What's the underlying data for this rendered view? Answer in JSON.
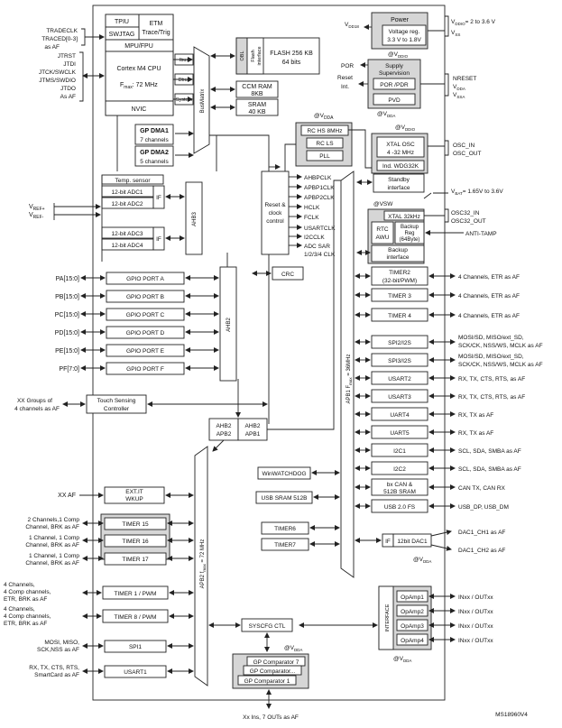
{
  "lbl": {
    "tpiu": "TPIU",
    "etm1": "ETM",
    "etm2": "Trace/Trig",
    "swjtag": "SWJTAG",
    "mpu": "MPU/FPU",
    "cpu": "Cortex M4 CPU",
    "fmax": "F",
    "fmax_sub": "max",
    "fmax_val": ": 72 MHz",
    "nvic": "NVIC",
    "ibus": "Ibus",
    "dbus": "Dbus",
    "system": "System",
    "busmatrix": "BusMatrix",
    "obl": "OBL",
    "flashif1": "Flash",
    "flashif2": "interface",
    "flash1": "FLASH 256 KB",
    "flash2": "64 bits",
    "ccm1": "CCM RAM",
    "ccm2": "8KB",
    "sram1": "SRAM",
    "sram2": "40 KB",
    "gpdma1a": "GP DMA1",
    "gpdma1b": "7 channels",
    "gpdma2a": "GP DMA2",
    "gpdma2b": "5 channels",
    "tempsensor": "Temp. sensor",
    "adc1": "12-bit ADC1",
    "adc2": "12-bit ADC2",
    "adc3": "12-bit ADC3",
    "adc4": "12-bit ADC4",
    "if": "IF",
    "vref": "V",
    "vref_p": "REF+",
    "vref_m": "REF-",
    "ahb3": "AHB3",
    "ahb2": "AHB2",
    "reset1": "Reset &",
    "reset2": "clock",
    "reset3": "control",
    "ahbpclk": "AHBPCLK",
    "apbp1clk": "APBP1CLK",
    "apbp2clk": "APBP2CLK",
    "hclk": "HCLK",
    "fclk": "FCLK",
    "usartclk": "USARTCLK",
    "i2cclk": "I2CCLK",
    "adcsar": "ADC SAR",
    "adcclk": "1/2/3/4 CLK",
    "rchs": "RC HS 8MHz",
    "rcls": "RC LS",
    "pll": "PLL",
    "vdda": "@V",
    "vdda_sub": "DDA",
    "vddio_sub": "DDIO",
    "power": "Power",
    "vreg1": "Voltage reg.",
    "vreg2": "3.3 V to 1.8V",
    "vdd18": "V",
    "vdd18_sub": "DD18",
    "vddio_range": "= 2 to 3.6 V",
    "vss": "SS",
    "supsup1": "Supply",
    "supsup2": "Supervision",
    "porpdr": "POR /PDR",
    "pvd": "PVD",
    "por": "POR",
    "reset": "Reset",
    "int": "Int.",
    "nreset": "NRESET",
    "vdda_l": "DDA",
    "vssa": "SSA",
    "xtalosc1": "XTAL OSC",
    "xtalosc2": "4 -32 MHz",
    "indwdg": "Ind. WDG32K",
    "osc_in": "OSC_IN",
    "osc_out": "OSC_OUT",
    "standby1": "Standby",
    "standby2": "interface",
    "vsw": "@VSW",
    "vbat": "= 1.65V to 3.6V",
    "vbat_sub": "BAT",
    "xtal32": "XTAL 32kHz",
    "rtc1": "RTC",
    "rtc2": "AWU",
    "backup1": "Backup",
    "backup2": "Reg",
    "backup3": "(64Byte)",
    "backupif1": "Backup",
    "backupif2": "interface",
    "osc32_in": "OSC32_IN",
    "osc32_out": "OSC32_OUT",
    "antitamp": "ANTI-TAMP",
    "crc": "CRC",
    "apb1": "APB1 F",
    "apb1_sub": "max",
    "apb1_val": " = 36MHz",
    "timer2a": "TIMER2",
    "timer2b": "(32-bit/PWM)",
    "timer3": "TIMER 3",
    "timer4": "TIMER 4",
    "spi2": "SPI2/I2S",
    "spi3": "SPI3/I2S",
    "usart2": "USART2",
    "usart3": "USART3",
    "uart4": "UART4",
    "uart5": "UART5",
    "i2c1": "I2C1",
    "i2c2": "I2C2",
    "bxcan1": "bx CAN &",
    "bxcan2": "512B SRAM",
    "usb20": "USB 2.0 FS",
    "tim2sig": "4 Channels, ETR as AF",
    "tim3sig": "4 Channels, ETR as AF",
    "tim4sig": "4 Channels, ETR as AF",
    "spi2sig1": "MOSI/SD, MISO/ext_SD,",
    "spi2sig2": "SCK/CK, NSS/WS, MCLK as AF",
    "spi3sig1": "MOSI/SD, MISO/ext_SD,",
    "spi3sig2": "SCK/CK, NSS/WS, MCLK as AF",
    "usart2sig": "RX, TX, CTS, RTS, as AF",
    "usart3sig": "RX, TX, CTS, RTS, as AF",
    "uart4sig": "RX, TX as AF",
    "uart5sig": "RX, TX as AF",
    "i2c1sig": "SCL, SDA, SMBA as AF",
    "i2c2sig": "SCL, SDA, SMBA as AF",
    "cansig": "CAN TX, CAN RX",
    "usbsig": "USB_DP, USB_DM",
    "ahb2apb2a": "AHB2",
    "ahb2apb2b": "APB2",
    "ahb2apb1a": "AHB2",
    "ahb2apb1b": "APB1",
    "wwdg": "WinWATCHDOG",
    "usbsram": "USB SRAM 512B",
    "timer6": "TIMER6",
    "timer7": "TIMER7",
    "dacif": "IF",
    "dac1": "12bit DAC1",
    "dac1sig": "DAC1_CH1 as AF",
    "dac2sig": "DAC1_CH2 as AF",
    "gpioa": "GPIO PORT A",
    "gpiob": "GPIO PORT B",
    "gpioc": "GPIO PORT C",
    "gpiod": "GPIO PORT D",
    "gpioe": "GPIO PORT E",
    "gpiof": "GPIO PORT F",
    "pa": "PA[15:0]",
    "pb": "PB[15:0]",
    "pc": "PC[15:0]",
    "pd": "PD[15:0]",
    "pe": "PE[15:0]",
    "pf": "PF[7:0]",
    "touch1": "Touch Sensing",
    "touch2": "Controller",
    "touchsig1": "XX Groups of",
    "touchsig2": "4 channels as AF",
    "extit1": "EXT.IT",
    "extit2": "WKUP",
    "xxaf": "XX AF",
    "timer15": "TIMER 15",
    "timer16": "TIMER 16",
    "timer17": "TIMER 17",
    "timer1": "TIMER 1 / PWM",
    "timer8": "TIMER 8 / PWM",
    "spi1": "SPI1",
    "usart1": "USART1",
    "t15sig1": "2 Channels,1 Comp",
    "t15sig2": "Channel, BRK as AF",
    "t16sig1": "1 Channel, 1 Comp",
    "t16sig2": "Channel, BRK as AF",
    "t17sig1": "1 Channel, 1 Comp",
    "t17sig2": "Channel, BRK as AF",
    "t1sig1": "4 Channels,",
    "t1sig2": "4 Comp channels,",
    "t1sig3": "ETR, BRK as AF",
    "t8sig1": "4 Channels,",
    "t8sig2": "4 Comp channels,",
    "t8sig3": "ETR, BRK as AF",
    "spi1sig1": "MOSI, MISO,",
    "spi1sig2": "SCK,NSS as AF",
    "usart1sig1": "RX, TX, CTS, RTS,",
    "usart1sig2": "SmartCard as AF",
    "apb2": "APB2 f",
    "apb2_sub": "max",
    "apb2_val": " = 72 MHz",
    "syscfg": "SYSCFG CTL",
    "gpcomp7": "GP Comparator 7",
    "gpcompx": "GP Comparator...",
    "gpcomp1": "GP Comparator 1",
    "interface": "INTERFACE",
    "opamp1": "OpAmp1",
    "opamp2": "OpAmp2",
    "opamp3": "OpAmp3",
    "opamp4": "OpAmp4",
    "opampsig": "INxx / OUTxx",
    "compsig": "Xx Ins, 7 OUTs as AF",
    "tradeclk": "TRADECLK",
    "traced": "TRACED[0-3]",
    "asaf": "as AF",
    "jtrst": "JTRST",
    "jtdi": "JTDI",
    "jtck": "JTCK/SWCLK",
    "jtms": "JTMS/SWDIO",
    "jtdo": "JTDO",
    "asaf2": "As AF",
    "ref": "MS18960V4"
  }
}
